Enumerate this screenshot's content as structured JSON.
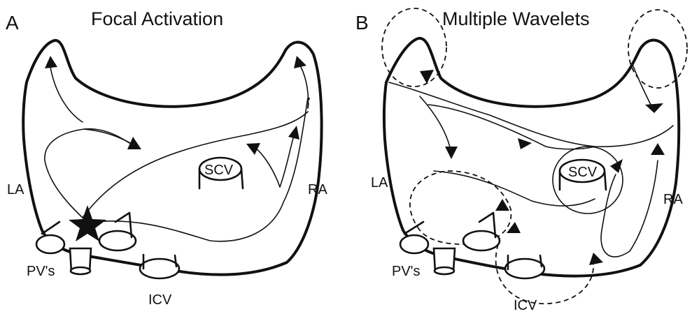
{
  "panels": [
    {
      "letter": "A",
      "title": "Focal Activation",
      "labels": {
        "la": "LA",
        "ra": "RA",
        "scv": "SCV",
        "pvs": "PV's",
        "icv": "ICV"
      }
    },
    {
      "letter": "B",
      "title": "Multiple Wavelets",
      "labels": {
        "la": "LA",
        "ra": "RA",
        "scv": "SCV",
        "pvs": "PV's",
        "icv": "ICV"
      }
    }
  ]
}
